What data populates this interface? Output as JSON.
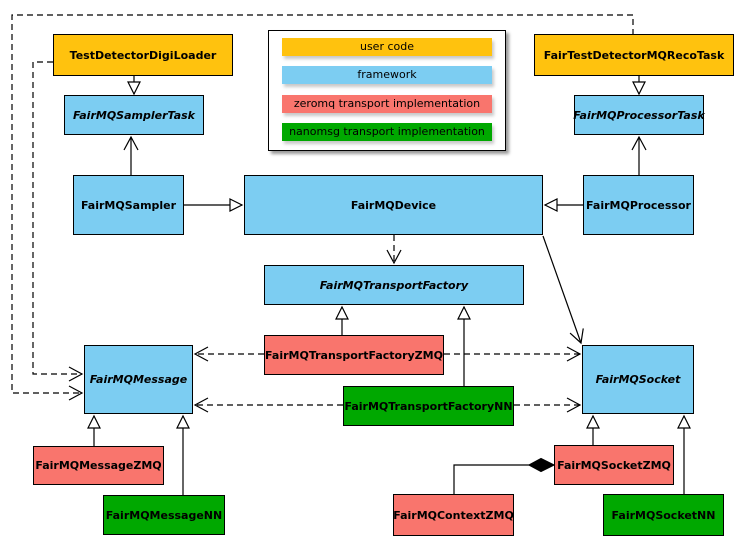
{
  "colors": {
    "user_code": "#FFC20E",
    "framework": "#7CCDF2",
    "zeromq": "#F9756D",
    "nanomsg": "#00A800",
    "background": "#FFFFFF",
    "line": "#000000"
  },
  "legend": {
    "items": [
      {
        "label": "user code",
        "color": "#FFC20E"
      },
      {
        "label": "framework",
        "color": "#7CCDF2"
      },
      {
        "label": "zeromq transport implementation",
        "color": "#F9756D"
      },
      {
        "label": "nanomsg transport implementation",
        "color": "#00A800"
      }
    ]
  },
  "nodes": [
    {
      "id": "TestDetectorDigiLoader",
      "label": "TestDetectorDigiLoader",
      "category": "user code",
      "abstract": false
    },
    {
      "id": "FairTestDetectorMQRecoTask",
      "label": "FairTestDetectorMQRecoTask",
      "category": "user code",
      "abstract": false
    },
    {
      "id": "FairMQSamplerTask",
      "label": "FairMQSamplerTask",
      "category": "framework",
      "abstract": true
    },
    {
      "id": "FairMQProcessorTask",
      "label": "FairMQProcessorTask",
      "category": "framework",
      "abstract": true
    },
    {
      "id": "FairMQSampler",
      "label": "FairMQSampler",
      "category": "framework",
      "abstract": false
    },
    {
      "id": "FairMQDevice",
      "label": "FairMQDevice",
      "category": "framework",
      "abstract": false
    },
    {
      "id": "FairMQProcessor",
      "label": "FairMQProcessor",
      "category": "framework",
      "abstract": false
    },
    {
      "id": "FairMQTransportFactory",
      "label": "FairMQTransportFactory",
      "category": "framework",
      "abstract": true
    },
    {
      "id": "FairMQTransportFactoryZMQ",
      "label": "FairMQTransportFactoryZMQ",
      "category": "zeromq",
      "abstract": false
    },
    {
      "id": "FairMQTransportFactoryNN",
      "label": "FairMQTransportFactoryNN",
      "category": "nanomsg",
      "abstract": false
    },
    {
      "id": "FairMQMessage",
      "label": "FairMQMessage",
      "category": "framework",
      "abstract": true
    },
    {
      "id": "FairMQSocket",
      "label": "FairMQSocket",
      "category": "framework",
      "abstract": true
    },
    {
      "id": "FairMQMessageZMQ",
      "label": "FairMQMessageZMQ",
      "category": "zeromq",
      "abstract": false
    },
    {
      "id": "FairMQMessageNN",
      "label": "FairMQMessageNN",
      "category": "nanomsg",
      "abstract": false
    },
    {
      "id": "FairMQSocketZMQ",
      "label": "FairMQSocketZMQ",
      "category": "zeromq",
      "abstract": false
    },
    {
      "id": "FairMQSocketNN",
      "label": "FairMQSocketNN",
      "category": "nanomsg",
      "abstract": false
    },
    {
      "id": "FairMQContextZMQ",
      "label": "FairMQContextZMQ",
      "category": "zeromq",
      "abstract": false
    }
  ],
  "edges": [
    {
      "from": "TestDetectorDigiLoader",
      "to": "FairMQSamplerTask",
      "type": "inheritance",
      "style": "solid-hollow-triangle"
    },
    {
      "from": "FairTestDetectorMQRecoTask",
      "to": "FairMQProcessorTask",
      "type": "inheritance",
      "style": "solid-hollow-triangle"
    },
    {
      "from": "FairMQSampler",
      "to": "FairMQSamplerTask",
      "type": "association",
      "style": "solid-open-arrow"
    },
    {
      "from": "FairMQProcessor",
      "to": "FairMQProcessorTask",
      "type": "association",
      "style": "solid-open-arrow"
    },
    {
      "from": "FairMQSampler",
      "to": "FairMQDevice",
      "type": "inheritance",
      "style": "solid-hollow-triangle"
    },
    {
      "from": "FairMQProcessor",
      "to": "FairMQDevice",
      "type": "inheritance",
      "style": "solid-hollow-triangle"
    },
    {
      "from": "FairMQDevice",
      "to": "FairMQTransportFactory",
      "type": "dependency",
      "style": "dashed-open-arrow"
    },
    {
      "from": "FairMQDevice",
      "to": "FairMQSocket",
      "type": "association",
      "style": "solid-open-arrow"
    },
    {
      "from": "FairMQTransportFactoryZMQ",
      "to": "FairMQTransportFactory",
      "type": "inheritance",
      "style": "solid-hollow-triangle"
    },
    {
      "from": "FairMQTransportFactoryNN",
      "to": "FairMQTransportFactory",
      "type": "inheritance",
      "style": "solid-hollow-triangle"
    },
    {
      "from": "FairMQTransportFactoryZMQ",
      "to": "FairMQMessage",
      "type": "dependency",
      "style": "dashed-open-arrow"
    },
    {
      "from": "FairMQTransportFactoryZMQ",
      "to": "FairMQSocket",
      "type": "dependency",
      "style": "dashed-open-arrow"
    },
    {
      "from": "FairMQTransportFactoryNN",
      "to": "FairMQMessage",
      "type": "dependency",
      "style": "dashed-open-arrow"
    },
    {
      "from": "FairMQTransportFactoryNN",
      "to": "FairMQSocket",
      "type": "dependency",
      "style": "dashed-open-arrow"
    },
    {
      "from": "TestDetectorDigiLoader",
      "to": "FairMQMessage",
      "type": "dependency",
      "style": "dashed-open-arrow"
    },
    {
      "from": "FairTestDetectorMQRecoTask",
      "to": "FairMQMessage",
      "type": "dependency",
      "style": "dashed-open-arrow"
    },
    {
      "from": "FairMQMessageZMQ",
      "to": "FairMQMessage",
      "type": "inheritance",
      "style": "solid-hollow-triangle"
    },
    {
      "from": "FairMQMessageNN",
      "to": "FairMQMessage",
      "type": "inheritance",
      "style": "solid-hollow-triangle"
    },
    {
      "from": "FairMQSocketZMQ",
      "to": "FairMQSocket",
      "type": "inheritance",
      "style": "solid-hollow-triangle"
    },
    {
      "from": "FairMQSocketNN",
      "to": "FairMQSocket",
      "type": "inheritance",
      "style": "solid-hollow-triangle"
    },
    {
      "from": "FairMQContextZMQ",
      "to": "FairMQSocketZMQ",
      "type": "composition",
      "style": "solid-filled-diamond"
    }
  ]
}
